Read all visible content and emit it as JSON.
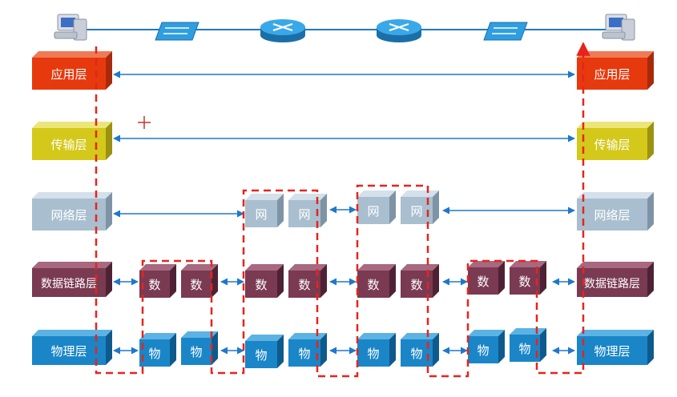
{
  "layers": {
    "application": "应用层",
    "transport": "传输层",
    "network": "网络层",
    "datalink": "数据链路层",
    "physical": "物理层"
  },
  "units": {
    "network": "网",
    "datalink": "数",
    "physical": "物"
  },
  "colors": {
    "application": "#e63a0e",
    "transport": "#d4c81a",
    "network": "#a9bfcf",
    "datalink": "#7a3a52",
    "physical": "#1a86c8",
    "link": "#1f78c8",
    "dashed_path": "#e8231c"
  }
}
